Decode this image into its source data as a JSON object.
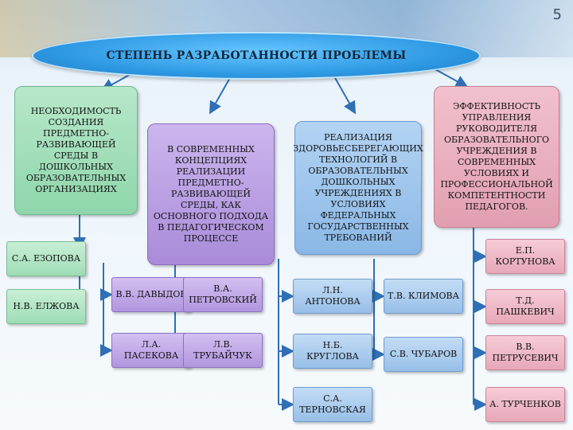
{
  "page_number": "5",
  "title": "СТЕПЕНЬ РАЗРАБОТАННОСТИ ПРОБЛЕМЫ",
  "topics": [
    {
      "text": "НЕОБХОДИМОСТЬ СОЗДАНИЯ ПРЕДМЕТНО-РАЗВИВАЮЩЕЙ СРЕДЫ В ДОШКОЛЬНЫХ ОБРАЗОВАТЕЛЬНЫХ ОРГАНИЗАЦИЯХ"
    },
    {
      "text": "В СОВРЕМЕННЫХ КОНЦЕПЦИЯХ РЕАЛИЗАЦИИ ПРЕДМЕТНО-РАЗВИВАЮЩЕЙ СРЕДЫ, КАК ОСНОВНОГО ПОДХОДА В ПЕДАГОГИЧЕСКОМ ПРОЦЕССЕ"
    },
    {
      "text": "РЕАЛИЗАЦИЯ ЗДОРОВЬЕСБЕРЕГАЮЩИХ ТЕХНОЛОГИЙ В ОБРАЗОВАТЕЛЬНЫХ ДОШКОЛЬНЫХ УЧРЕЖДЕНИЯХ В УСЛОВИЯХ ФЕДЕРАЛЬНЫХ ГОСУДАРСТВЕННЫХ ТРЕБОВАНИЙ"
    },
    {
      "text": "ЭФФЕКТИВНОСТЬ УПРАВЛЕНИЯ РУКОВОДИТЕЛЯ ОБРАЗОВАТЕЛЬНОГО УЧРЕЖДЕНИЯ В СОВРЕМЕННЫХ УСЛОВИЯХ И ПРОФЕССИОНАЛЬНОЙ КОМПЕТЕНТНОСТИ ПЕДАГОГОВ."
    }
  ],
  "authors": {
    "green": [
      "С.А. ЕЗОПОВА",
      "Н.В. ЕЛЖОВА"
    ],
    "purple": [
      "В.В. ДАВЫДОВ",
      "В.А. ПЕТРОВСКИЙ",
      "Л.А. ПАСЕКОВА",
      "Л.В. ТРУБАЙЧУК"
    ],
    "blue": [
      "Л.Н. АНТОНОВА",
      "Т.В. КЛИМОВА",
      "Н.Б. КРУГЛОВА",
      "С.В. ЧУБАРОВ",
      "С.А. ТЕРНОВСКАЯ"
    ],
    "pink": [
      "Е.П. КОРТУНОВА",
      "Т.Д. ПАШКЕВИЧ",
      "В.В. ПЕТРУСЕВИЧ",
      "А. ТУРЧЕНКОВ"
    ]
  },
  "colors": {
    "title": "#2f9ae4",
    "green": "#8fd6ab",
    "purple": "#a98bd9",
    "blue": "#8ab8e6",
    "pink": "#e19fb0",
    "connector": "#2f6fb5"
  }
}
